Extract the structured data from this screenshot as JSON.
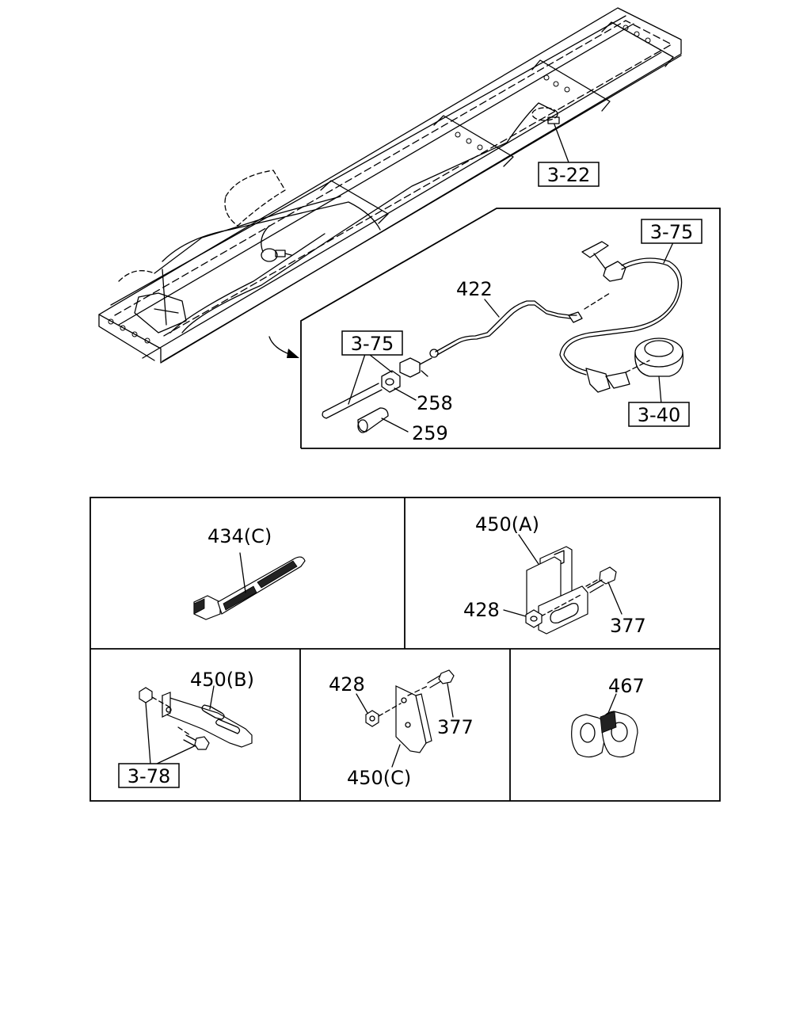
{
  "refs": {
    "r322": "3-22",
    "r375a": "3-75",
    "r375b": "3-75",
    "r340": "3-40",
    "r378": "3-78"
  },
  "parts": {
    "p422": "422",
    "p258": "258",
    "p259": "259",
    "p434c": "434(C)",
    "p450a": "450(A)",
    "p428a": "428",
    "p377a": "377",
    "p450b": "450(B)",
    "p428b": "428",
    "p377b": "377",
    "p450c": "450(C)",
    "p467": "467"
  }
}
